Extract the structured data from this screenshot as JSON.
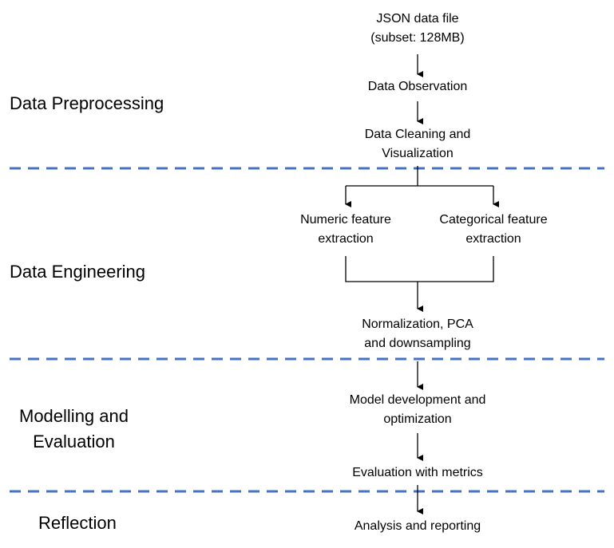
{
  "stages": {
    "preprocessing": "Data Preprocessing",
    "engineering": "Data Engineering",
    "modelling_line1": "Modelling and",
    "modelling_line2": "Evaluation",
    "reflection": "Reflection"
  },
  "nodes": {
    "json_file_line1": "JSON data file",
    "json_file_line2": "(subset: 128MB)",
    "observation": "Data Observation",
    "cleaning_line1": "Data Cleaning and",
    "cleaning_line2": "Visualization",
    "numeric_line1": "Numeric feature",
    "numeric_line2": "extraction",
    "categorical_line1": "Categorical feature",
    "categorical_line2": "extraction",
    "normalization_line1": "Normalization, PCA",
    "normalization_line2": "and downsampling",
    "model_line1": "Model development and",
    "model_line2": "optimization",
    "evaluation": "Evaluation with metrics",
    "analysis": "Analysis and reporting"
  },
  "colors": {
    "divider": "#4472c4",
    "text": "#000000",
    "arrow": "#000000"
  }
}
